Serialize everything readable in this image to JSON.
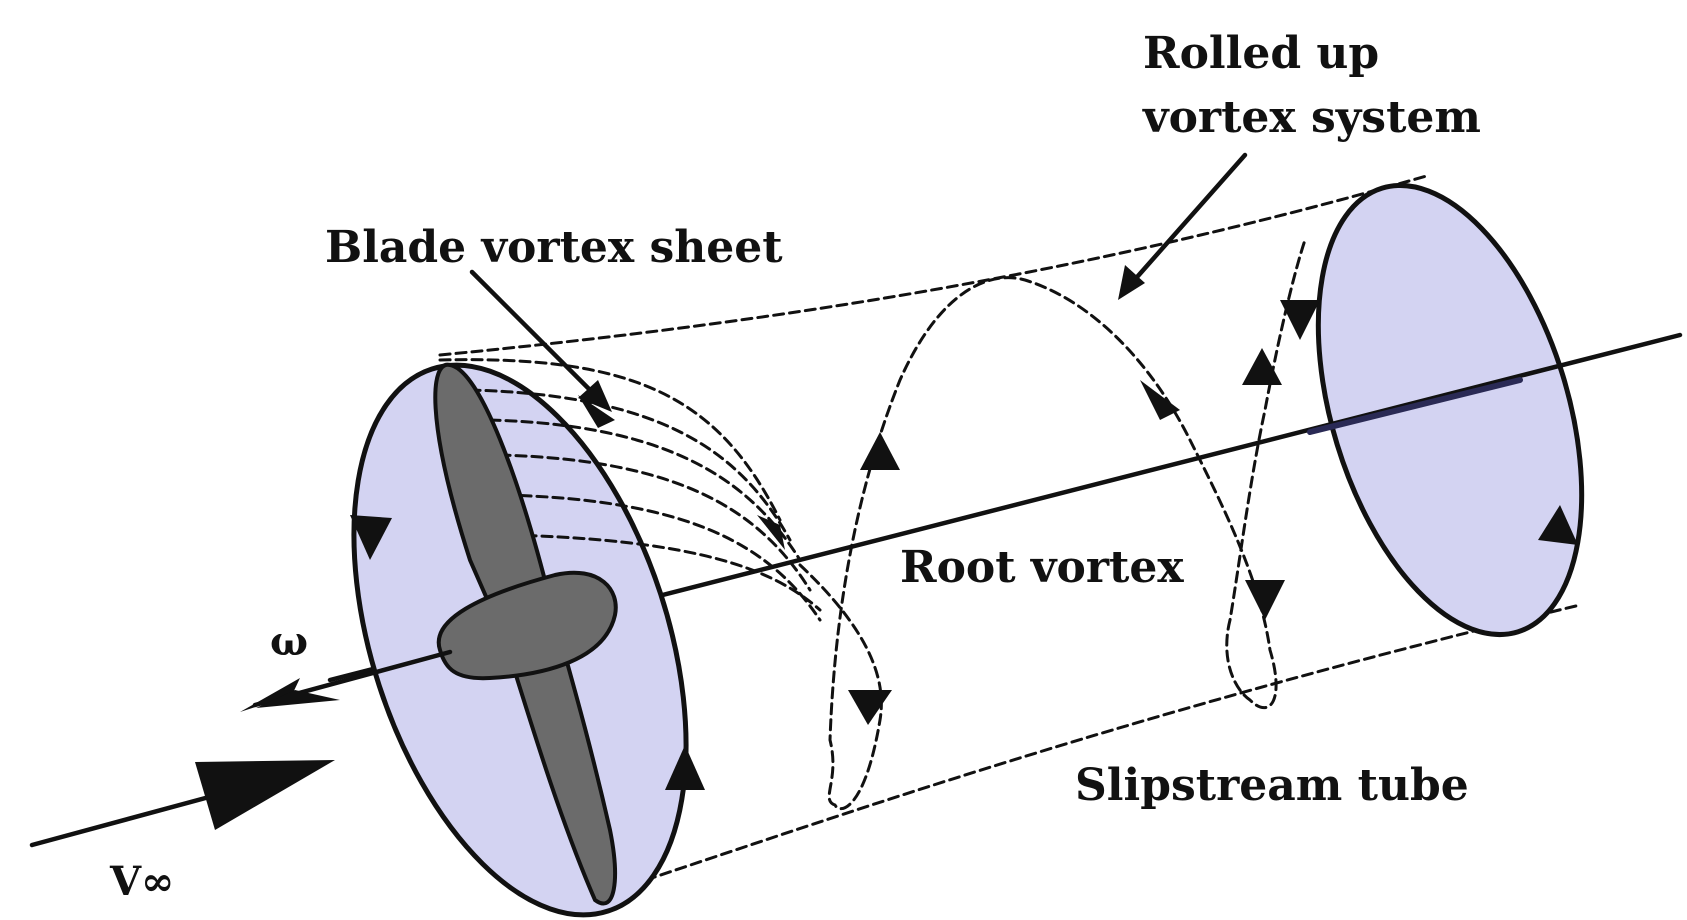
{
  "labels": {
    "rolled_up_line1": "Rolled up",
    "rolled_up_line2": "vortex system",
    "blade_vortex_sheet": "Blade vortex sheet",
    "root_vortex": "Root vortex",
    "slipstream_tube": "Slipstream tube",
    "omega": "ω",
    "v_infinity": "V∞"
  },
  "colors": {
    "disk_fill": "#d3d3f2",
    "blade_fill": "#6b6b6b",
    "stroke": "#111111",
    "axis_inside_disk": "#2a2a55"
  }
}
